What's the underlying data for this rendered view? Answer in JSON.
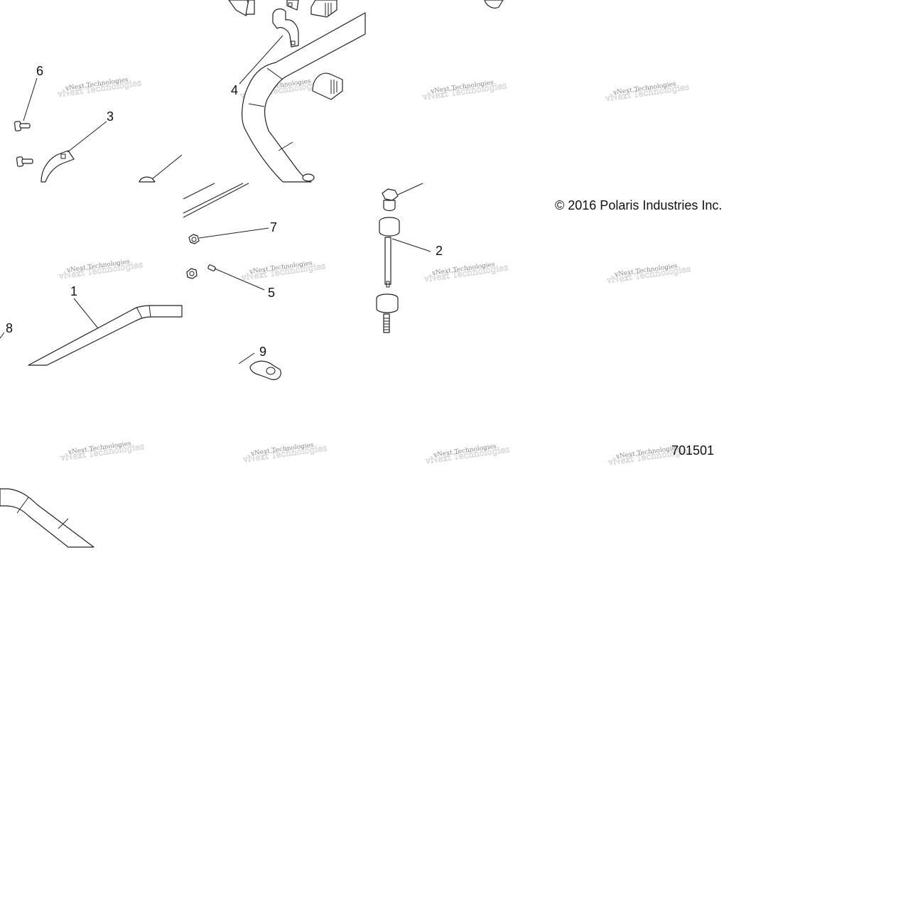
{
  "diagram": {
    "copyright": "© 2016 Polaris Industries Inc.",
    "figure_number": "701501",
    "watermark": "vNext Technologies",
    "callouts": [
      "1",
      "2",
      "3",
      "4",
      "5",
      "6",
      "7",
      "8",
      "9"
    ]
  }
}
